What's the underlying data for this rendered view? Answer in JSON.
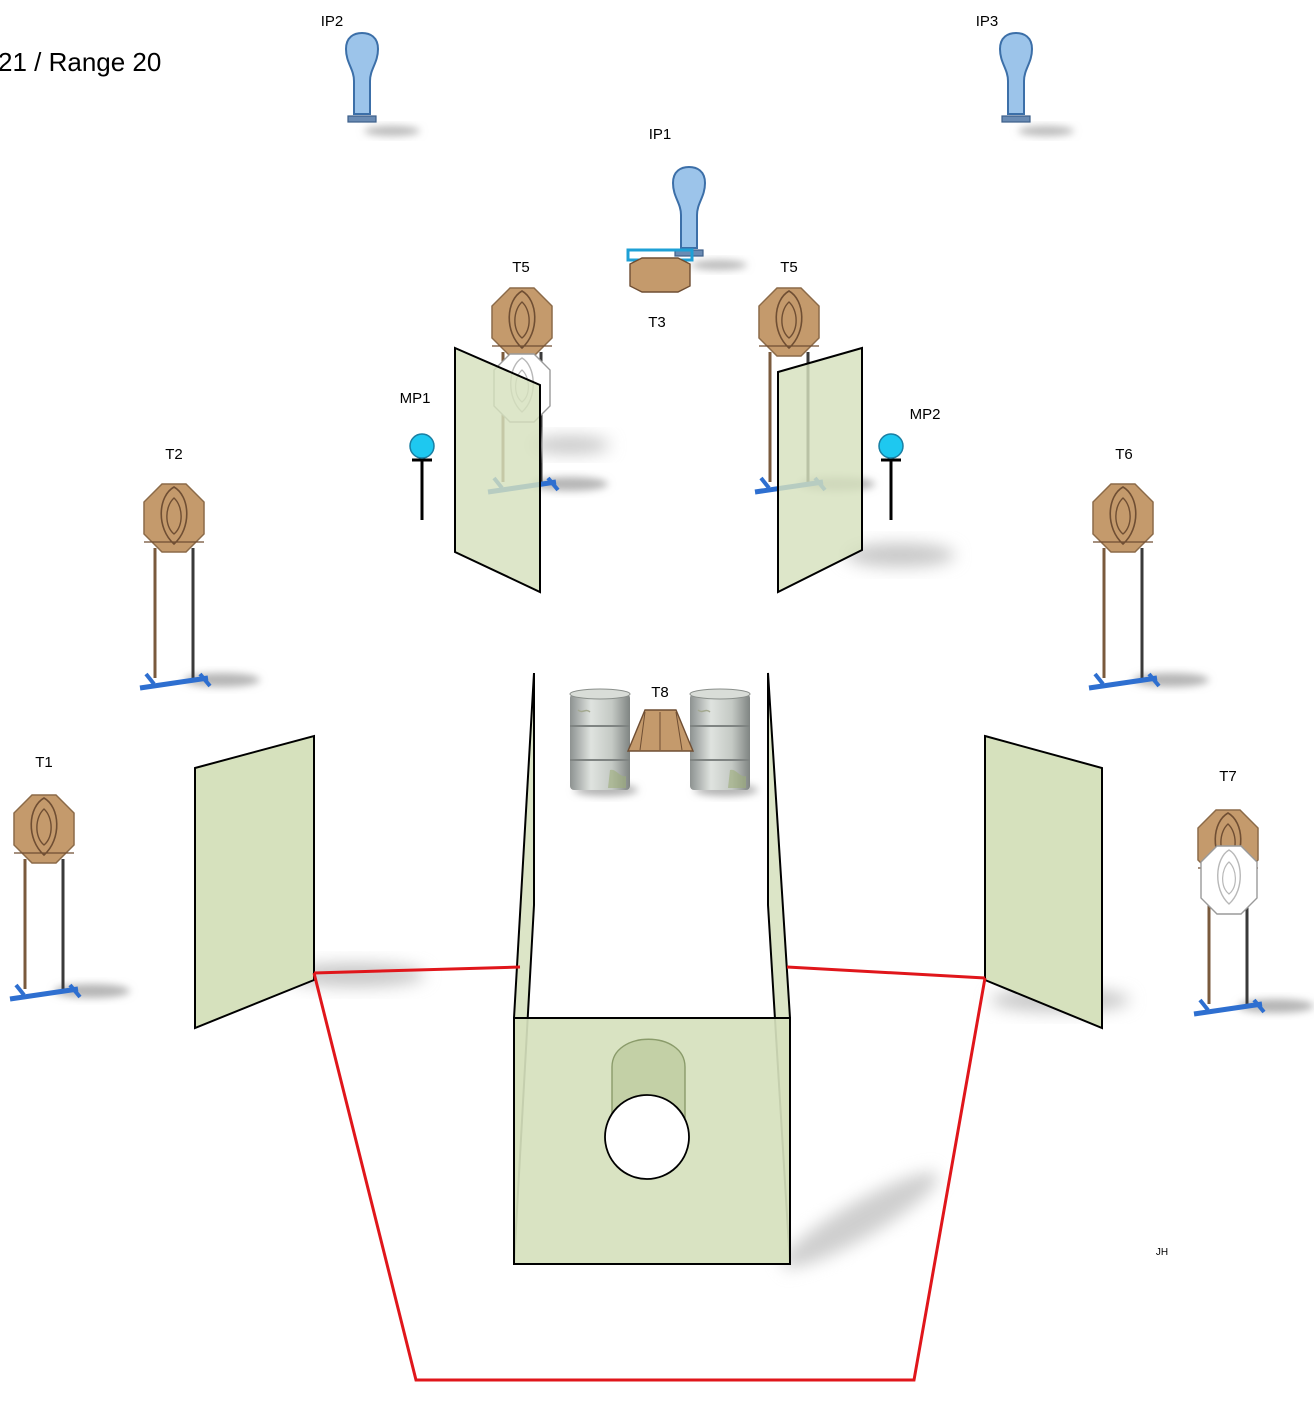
{
  "header": {
    "title": "21 / Range 20"
  },
  "labels": {
    "ip1": "IP1",
    "ip2": "IP2",
    "ip3": "IP3",
    "t1": "T1",
    "t2": "T2",
    "t3": "T3",
    "t5_left": "T5",
    "t5_right": "T5",
    "t6": "T6",
    "t7": "T7",
    "t8": "T8",
    "mp1": "MP1",
    "mp2": "MP2"
  },
  "author": "JH",
  "colors": {
    "wall_fill": "#d6e1bd",
    "wall_stroke": "#000000",
    "steel_target": "#c49a6c",
    "no_shoot": "#ffffff",
    "popper": "#9cc4ea",
    "metal_plate": "#1ec8f0",
    "stand_base": "#2e6fd0",
    "fault_line": "#e0161b"
  }
}
